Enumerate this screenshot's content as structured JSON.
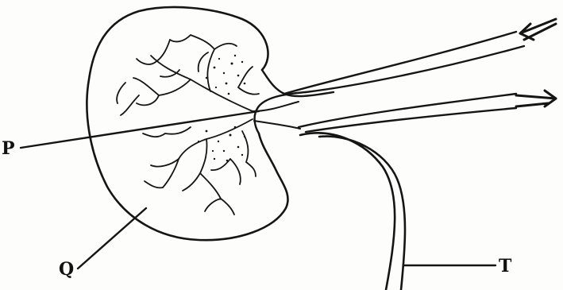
{
  "labels": {
    "p": "P",
    "q": "Q",
    "t": "T"
  },
  "colors": {
    "ink": "#151515",
    "paper": "#fdfdfb"
  }
}
